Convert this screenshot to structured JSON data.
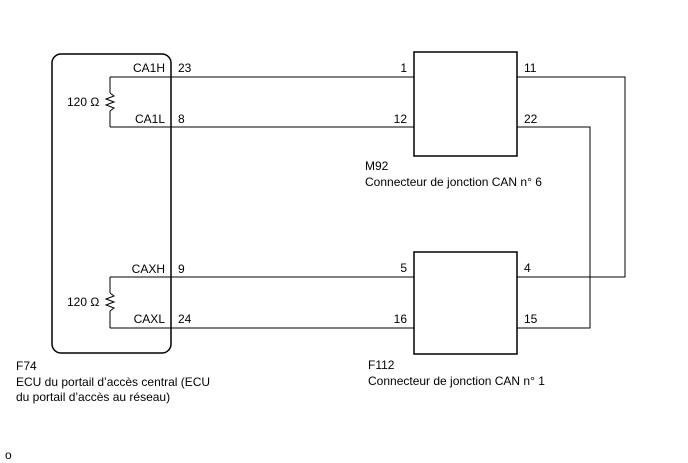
{
  "ecu": {
    "code": "F74",
    "name_line1": "ECU du portail d’accès central (ECU",
    "name_line2": "du portail d’accès au réseau)",
    "pins": {
      "ca1h": {
        "name": "CA1H",
        "num": "23"
      },
      "ca1l": {
        "name": "CA1L",
        "num": "8"
      },
      "caxh": {
        "name": "CAXH",
        "num": "9"
      },
      "caxl": {
        "name": "CAXL",
        "num": "24"
      }
    },
    "resistor_top": "120 Ω",
    "resistor_bottom": "120 Ω"
  },
  "connector_top": {
    "code": "M92",
    "name": "Connecteur de jonction CAN n° 6",
    "pins": {
      "left1": "1",
      "left2": "12",
      "right1": "11",
      "right2": "22"
    }
  },
  "connector_bottom": {
    "code": "F112",
    "name": "Connecteur de jonction CAN n° 1",
    "pins": {
      "left1": "5",
      "left2": "16",
      "right1": "4",
      "right2": "15"
    }
  },
  "footer": {
    "mark": "o"
  }
}
